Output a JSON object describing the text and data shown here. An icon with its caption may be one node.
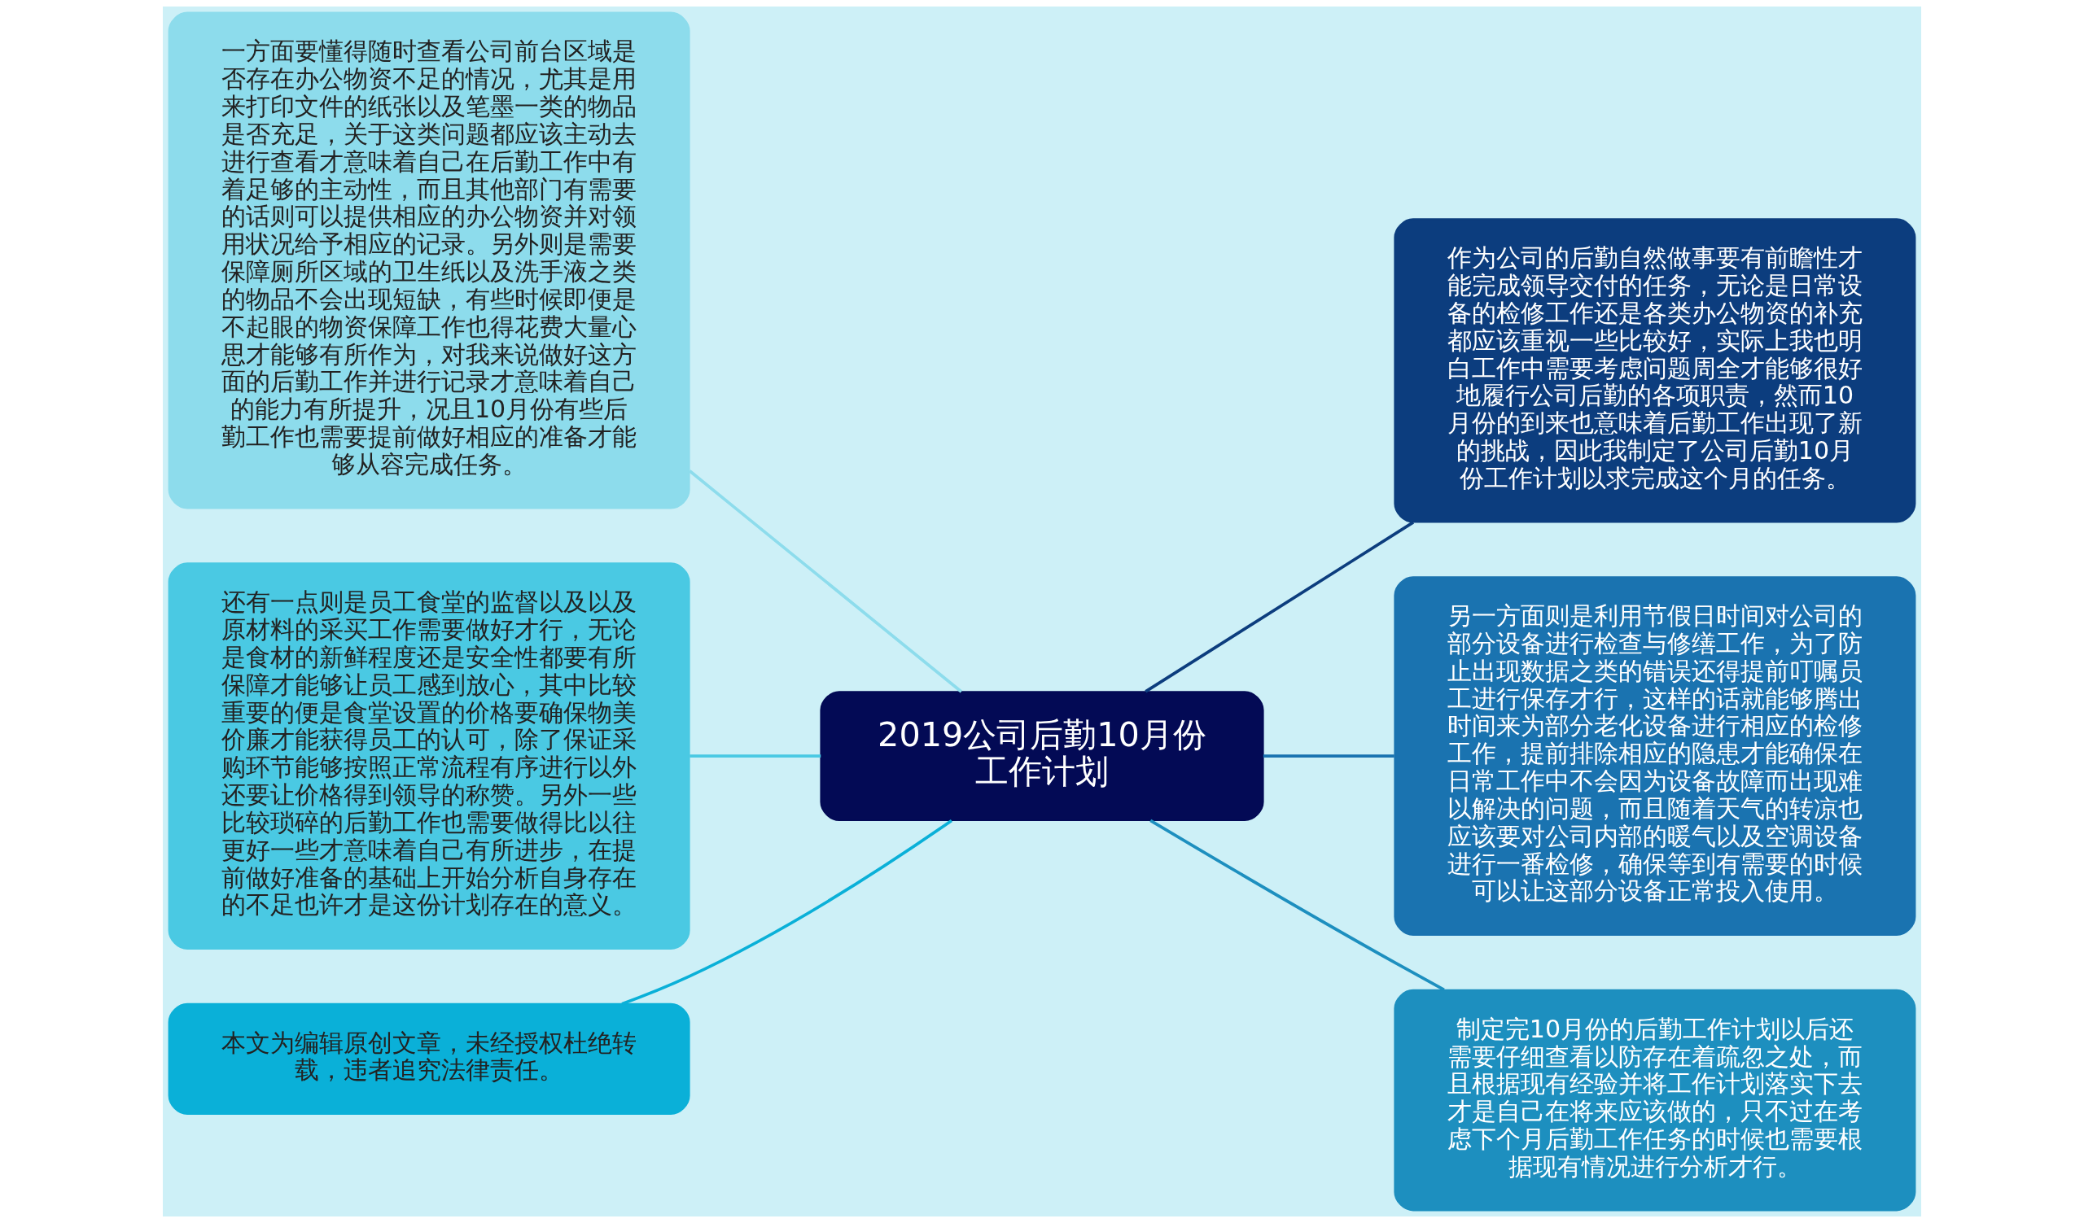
{
  "diagram": {
    "nodes": [
      {
        "text": [
          "2019公司后勤10月份工作计划"
        ]
      },
      {
        "text": [
          "一方面要懂得随时查看公司前台区域是否存在办公物资不足的情况，尤其是用来打印文件的纸张以及笔墨一类的物品是否充足，关于这类问题都应该主动去进行查看才意味着自己在后勤工作中有着足够的主动性，而且其他部门有需要的话则可以提供相应的办公物资并对领用状况给予相应的记录。另外则是需要保障厕所区域的卫生纸以及洗手液之类的物品不会出现短缺，有些时候即便是不起眼的物资保障工作也得花费大量心思才能够有所作为，对我来说做好这方面的后勤工作并进行记录才意味着自己的能力有所提升，况且10月份有些后勤工作也需要提前做好相应的准备才能够从容完成任务。"
        ]
      },
      {
        "text": [
          "还有一点则是员工食堂的监督以及以及原材料的采买工作需要做好才行，无论是食材的新鲜程度还是安全性都要有所保障才能够让员工感到放心，其中比较重要的便是食堂设置的价格要确保物美价廉才能获得员工的认可，除了保证采购环节能够按照正常流程有序进行以外还要让价格得到领导的称赞。另外一些比较琐碎的后勤工作也需要做得比以往更好一些才意味着自己有所进步，在提前做好准备的基础上开始分析自身存在的不足也许才是这份计划存在的意义。"
        ]
      },
      {
        "text": [
          "本文为编辑原创文章，未经授权杜绝转载，违者追究法律责任。"
        ]
      },
      {
        "text": [
          "作为公司的后勤自然做事要有前瞻性才能完成领导交付的任务，无论是日常设备的检修工作还是各类办公物资的补充都应该重视一些比较好，实际上我也明白工作中需要考虑问题周全才能够很好地履行公司后勤的各项职责，然而10月份的到来也意味着后勤工作出现了新的挑战，因此我制定了公司后勤10月份工作计划以求完成这个月的任务。"
        ]
      },
      {
        "text": [
          "另一方面则是利用节假日时间对公司的部分设备进行检查与修缮工作，为了防止出现数据之类的错误还得提前叮嘱员工进行保存才行，这样的话就能够腾出时间来为部分老化设备进行相应的检修工作，提前排除相应的隐患才能确保在日常工作中不会因为设备故障而出现难以解决的问题，而且随着天气的转凉也应该要对公司内部的暖气以及空调设备进行一番检修，确保等到有需要的时候可以让这部分设备正常投入使用。"
        ]
      },
      {
        "text": [
          "制定完10月份的后勤工作计划以后还需要仔细查看以防存在着疏忽之处，而且根据现有经验并将工作计划落实下去才是自己在将来应该做的，只不过在考虑下个月后勤工作任务的时候也需要根据现有情况进行分析才行。"
        ]
      }
    ],
    "edges": [
      {
        "from": 0,
        "to": 1,
        "arrow": "none",
        "color": "#8ddcec"
      },
      {
        "from": 0,
        "to": 2,
        "arrow": "none",
        "color": "#4ac9e3"
      },
      {
        "from": 0,
        "to": 3,
        "arrow": "none",
        "color": "#0ab0d8"
      },
      {
        "from": 0,
        "to": 4,
        "arrow": "none",
        "color": "#0c3d7e"
      },
      {
        "from": 0,
        "to": 5,
        "arrow": "none",
        "color": "#1a73b0"
      },
      {
        "from": 0,
        "to": 6,
        "arrow": "none",
        "color": "#1d8fbf"
      }
    ]
  }
}
